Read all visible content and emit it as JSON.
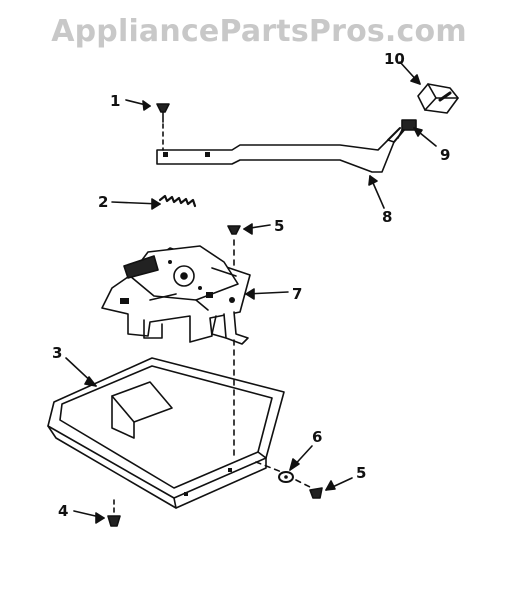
{
  "watermark": {
    "text": "AppliancePartsPros.com"
  },
  "callouts": {
    "c1": "1",
    "c2": "2",
    "c3": "3",
    "c4": "4",
    "c5a": "5",
    "c5b": "5",
    "c6": "6",
    "c7": "7",
    "c8": "8",
    "c9": "9",
    "c10": "10"
  },
  "colors": {
    "ink": "#111111",
    "watermark": "#c8c8c8",
    "background": "#ffffff"
  }
}
